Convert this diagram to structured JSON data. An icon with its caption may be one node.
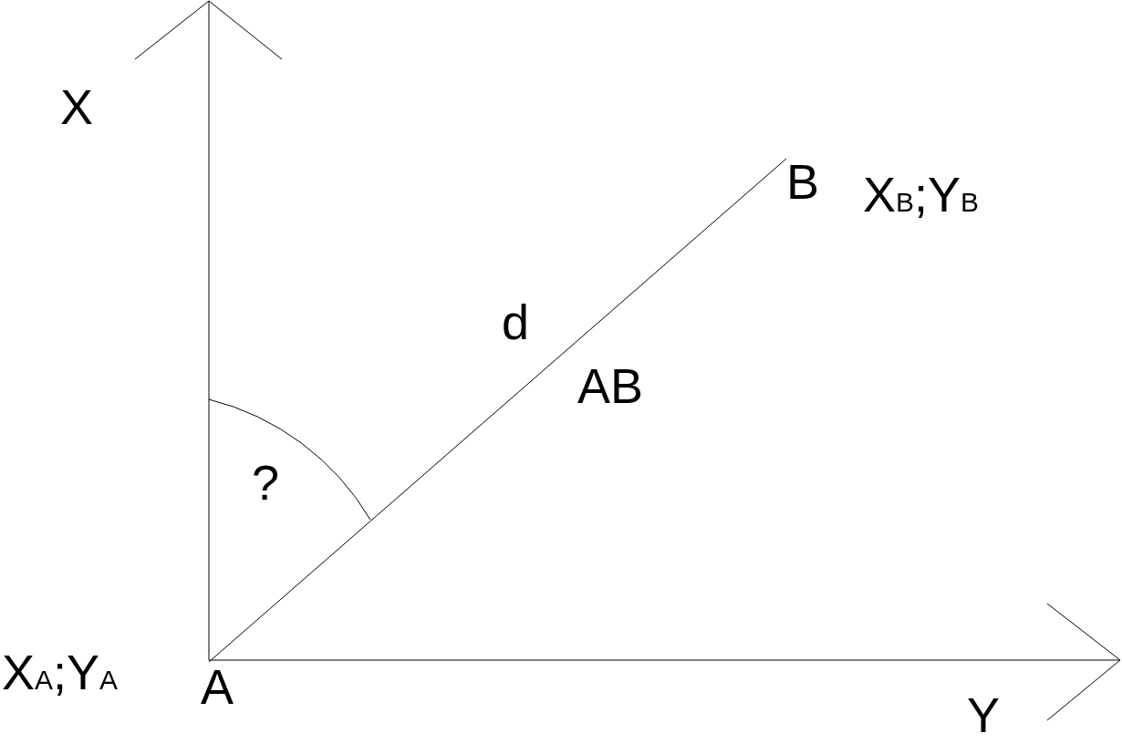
{
  "diagram": {
    "nodes": [
      {
        "text": [
          "A"
        ],
        "beside": [
          "X$_{A}$;Y$_{A}$"
        ]
      },
      {
        "text": [
          "B"
        ],
        "beside": [
          "X$_{B}$;Y$_{B}$"
        ]
      }
    ],
    "edges": [
      {
        "from": 0,
        "to": 1,
        "arrow": "none"
      }
    ],
    "labels": [
      "X",
      "d",
      "AB",
      "?",
      "Y"
    ]
  }
}
